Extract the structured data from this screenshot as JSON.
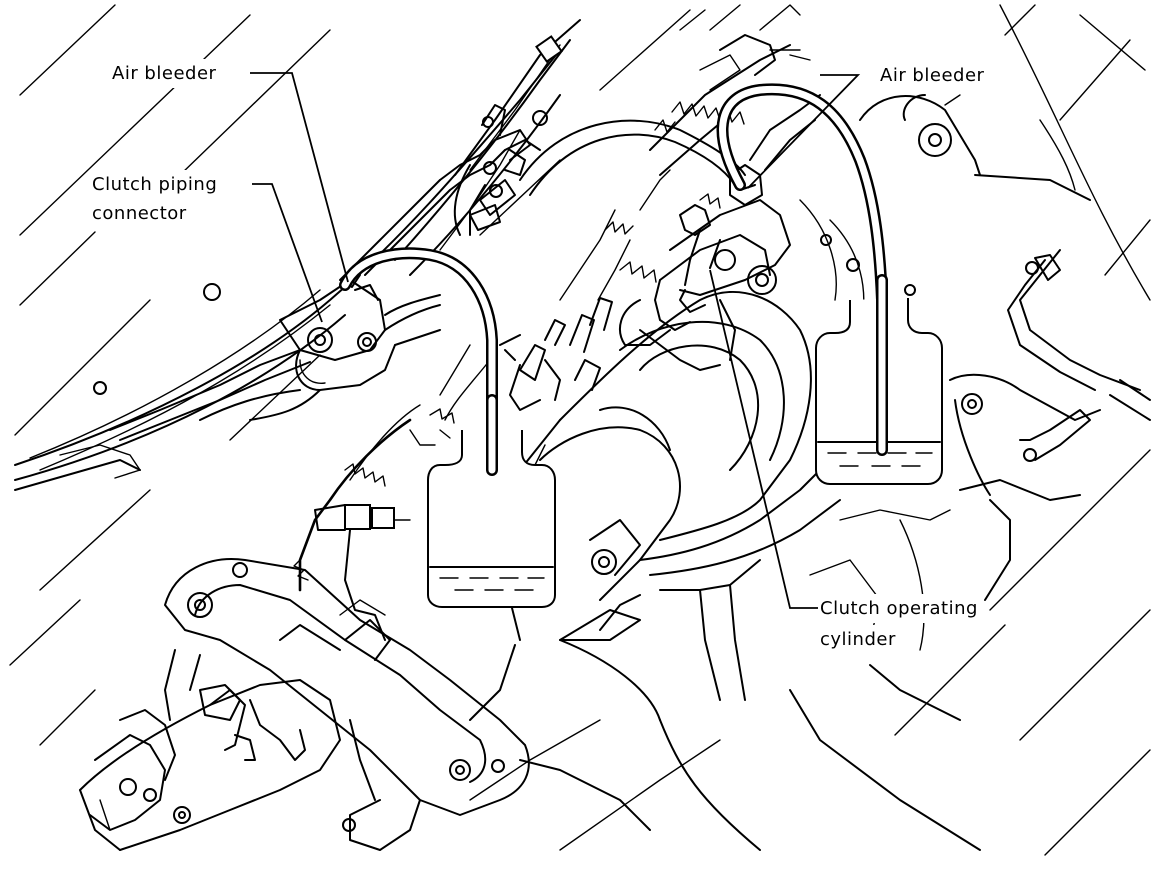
{
  "labels": {
    "air_bleeder_left": "Air bleeder",
    "clutch_piping_connector_line1": "Clutch piping",
    "clutch_piping_connector_line2": "connector",
    "air_bleeder_right": "Air bleeder",
    "clutch_operating_cylinder_line1": "Clutch operating",
    "clutch_operating_cylinder_line2": "cylinder"
  }
}
